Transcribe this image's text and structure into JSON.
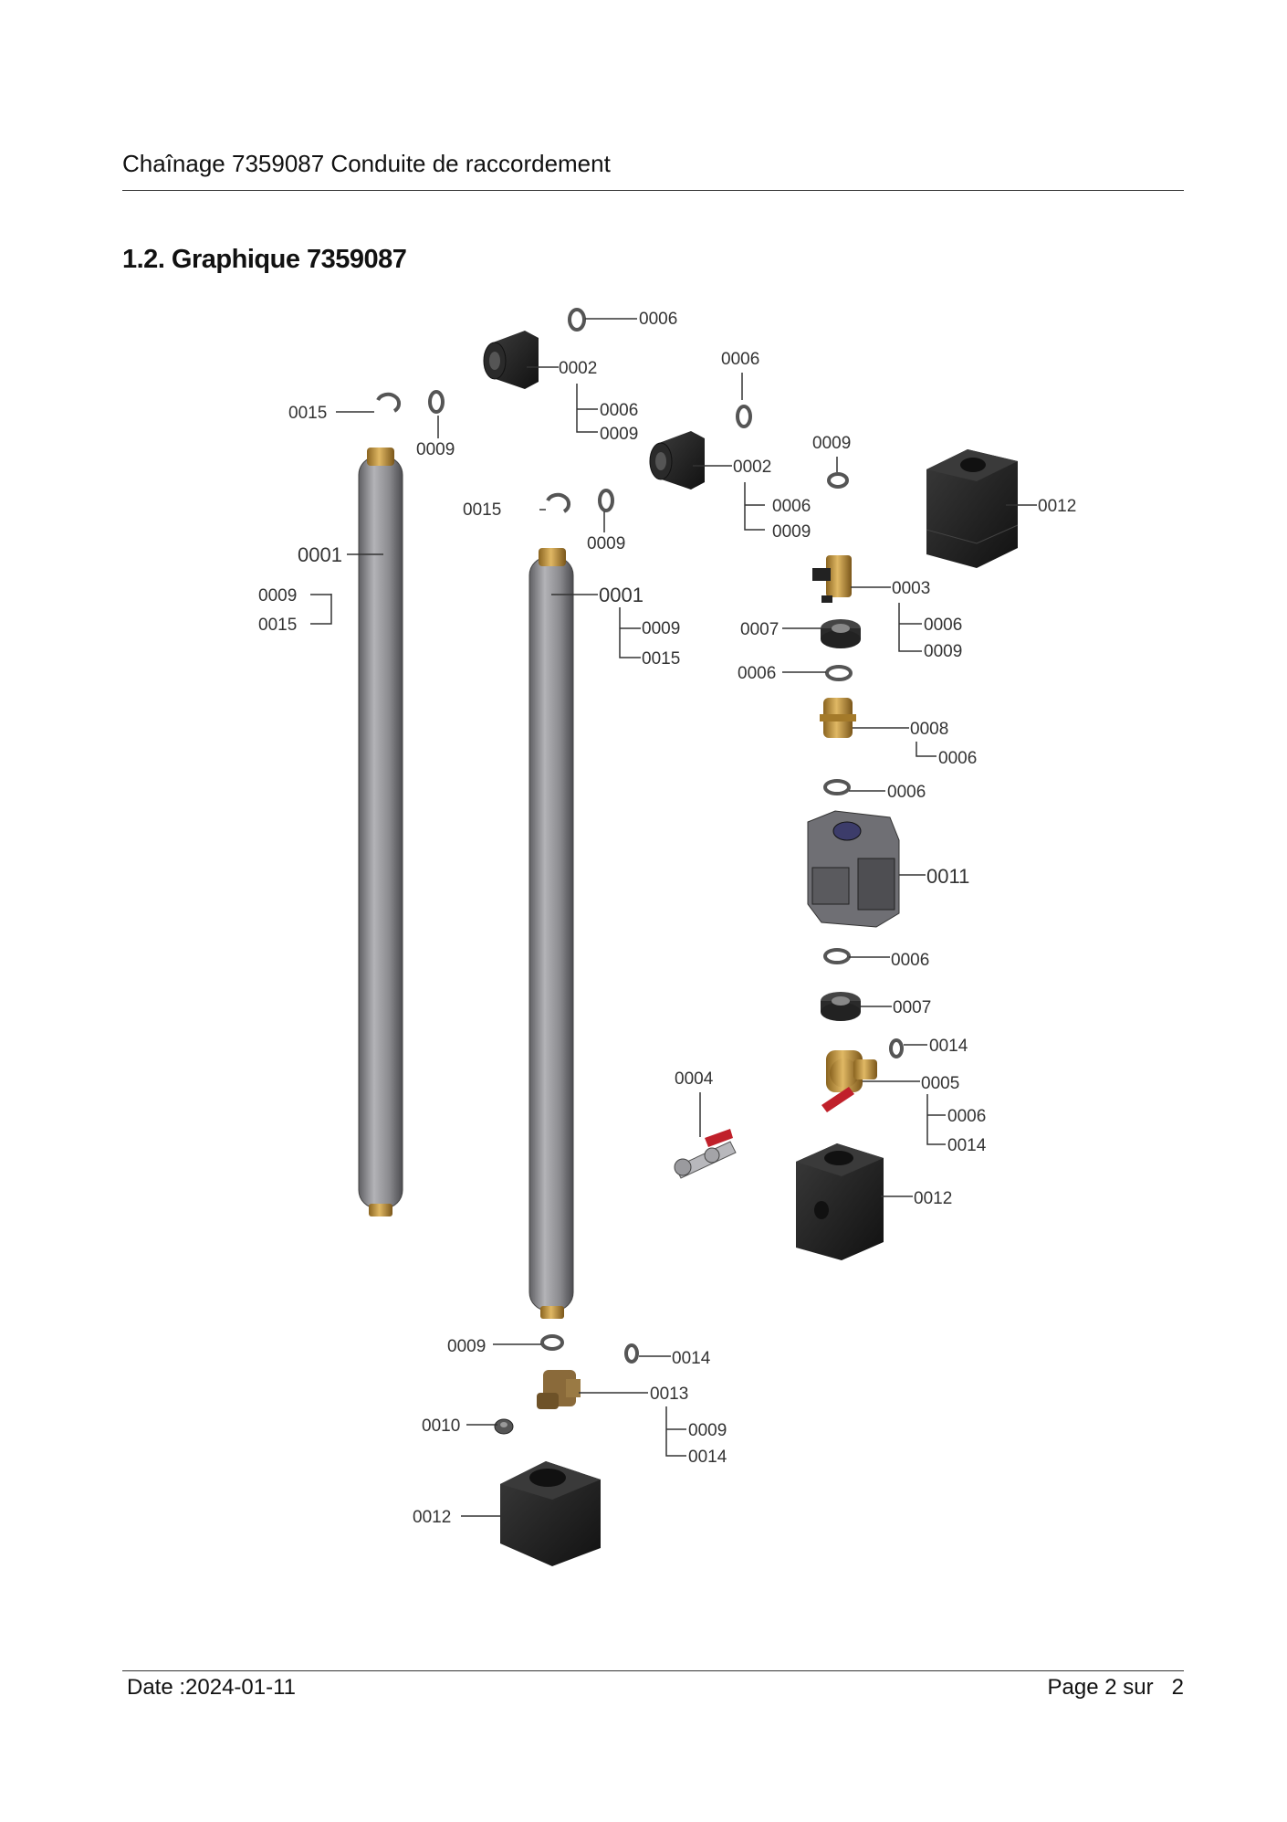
{
  "header": {
    "title": "Chaînage 7359087 Conduite de raccordement"
  },
  "section": {
    "title": "1.2. Graphique 7359087"
  },
  "footer": {
    "date": "Date :2024-01-11",
    "page_prefix": "Page 2 sur",
    "page_total": "2"
  },
  "colors": {
    "pipe": "#8a8a8e",
    "brass": "#c9a04a",
    "block": "#1e1e1e",
    "valve_handle": "#c0202a",
    "gasket": "#555555"
  },
  "callouts": {
    "c01": "0006",
    "c02": "0002",
    "c03": "0006",
    "c04": "0009",
    "c05": "0015",
    "c06": "0009",
    "c07": "0006",
    "c08": "0002",
    "c09": "0006",
    "c10": "0009",
    "c11": "0009",
    "c12": "0012",
    "c13": "0015",
    "c14": "0009",
    "c15": "0001",
    "c16": "0009",
    "c17": "0015",
    "c18": "0001",
    "c19": "0009",
    "c20": "0015",
    "c21": "0003",
    "c22": "0006",
    "c23": "0009",
    "c24": "0007",
    "c25": "0006",
    "c26": "0008",
    "c27": "0006",
    "c28": "0006",
    "c29": "0011",
    "c30": "0006",
    "c31": "0007",
    "c32": "0014",
    "c33": "0004",
    "c34": "0005",
    "c35": "0006",
    "c36": "0014",
    "c37": "0012",
    "c38": "0009",
    "c39": "0014",
    "c40": "0013",
    "c41": "0010",
    "c42": "0009",
    "c43": "0014",
    "c44": "0012"
  }
}
